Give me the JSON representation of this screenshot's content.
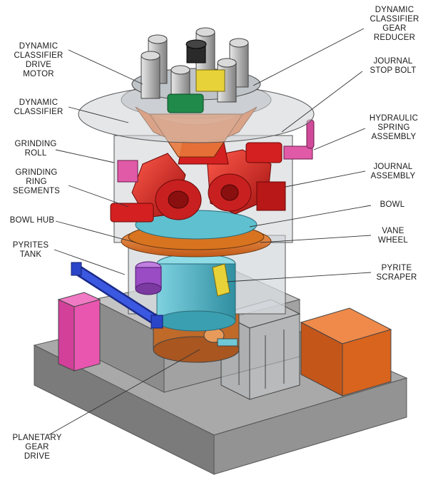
{
  "labels": {
    "dynamic_classifier_drive_motor": "DYNAMIC\nCLASSIFIER\nDRIVE\nMOTOR",
    "dynamic_classifier": "DYNAMIC\nCLASSIFIER",
    "grinding_roll": "GRINDING\nROLL",
    "grinding_ring_segments": "GRINDING\nRING\nSEGMENTS",
    "bowl_hub": "BOWL HUB",
    "pyrites_tank": "PYRITES\nTANK",
    "planetary_gear_drive": "PLANETARY\nGEAR\nDRIVE",
    "dynamic_classifier_gear_reducer": "DYNAMIC\nCLASSIFIER\nGEAR\nREDUCER",
    "journal_stop_bolt": "JOURNAL\nSTOP BOLT",
    "hydraulic_spring_assembly": "HYDRAULIC\nSPRING\nASSEMBLY",
    "journal_assembly": "JOURNAL\nASSEMBLY",
    "bowl": "BOWL",
    "vane_wheel": "VANE\nWHEEL",
    "pyrite_scraper": "PYRITE\nSCRAPER"
  },
  "colors": {
    "base_slab": "#8f8f8f",
    "housing": "#b9bec2",
    "roll_red": "#d42020",
    "bowl_cyan": "#4fb4c6",
    "classifier_orange": "#e88a3a",
    "pipe_blue": "#2a45c8",
    "pyrites_tank_purple": "#9a4cc4",
    "pink_box": "#e050a8",
    "motor_green": "#1f8a4a",
    "gear_yellow": "#e8d23a",
    "orange_box": "#d8641e",
    "hydraulic_pink": "#d04a9a"
  }
}
